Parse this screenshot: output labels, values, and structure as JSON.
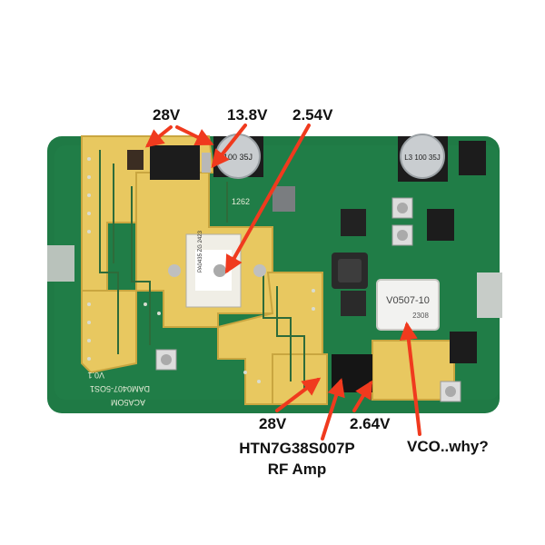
{
  "labels": {
    "v28_top": "28V",
    "v13_8": "13.8V",
    "v2_54": "2.54V",
    "v28_bottom": "28V",
    "v2_64": "2.64V",
    "amp_line1": "HTN7G38S007P",
    "amp_line2": "RF Amp",
    "vco": "VCO..why?"
  },
  "chip_text": {
    "vco_marking": "V0507-10",
    "vco_code": "2308",
    "cap_left": "100 35J",
    "cap_right": "L3 100 35J",
    "transistor": "PA0435 ZG 2423",
    "silkscreen_board": "ACA5OM",
    "silkscreen_part": "DAM0407-5OS1",
    "silkscreen_rev": "V0.1",
    "silkscreen_code": "1262"
  },
  "colors": {
    "pcb_green": "#1f7a45",
    "pcb_dark": "#15603a",
    "copper_gold": "#e8c860",
    "gold_dark": "#c9a640",
    "arrow_red": "#f03a1e",
    "text": "#111111"
  },
  "icons": {
    "arrow": "red-arrow-icon",
    "capacitor": "electrolytic-capacitor-icon",
    "chip": "ic-chip-icon",
    "inductor": "inductor-icon"
  }
}
